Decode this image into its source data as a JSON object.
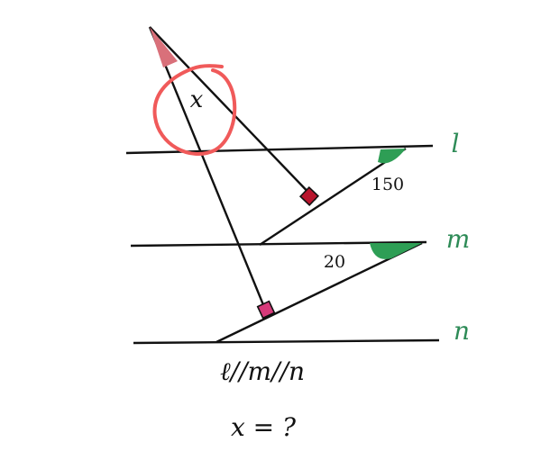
{
  "labels": {
    "line_l": "l",
    "line_m": "m",
    "line_n": "n",
    "unknown_angle": "x",
    "angle_top": "150",
    "angle_mid": "20",
    "parallel_statement": "ℓ//m//n",
    "question": "x = ?"
  },
  "colors": {
    "line": "#111111",
    "line_label": "#2e8b57",
    "green_wedge": "#2e9e55",
    "apex_wedge": "#d9707a",
    "right_angle_top": "#b8142c",
    "right_angle_bottom": "#d63a7a",
    "highlight_circle": "#f05a5a",
    "text": "#111111"
  },
  "icons": {
    "highlight": "hand-drawn-circle"
  }
}
